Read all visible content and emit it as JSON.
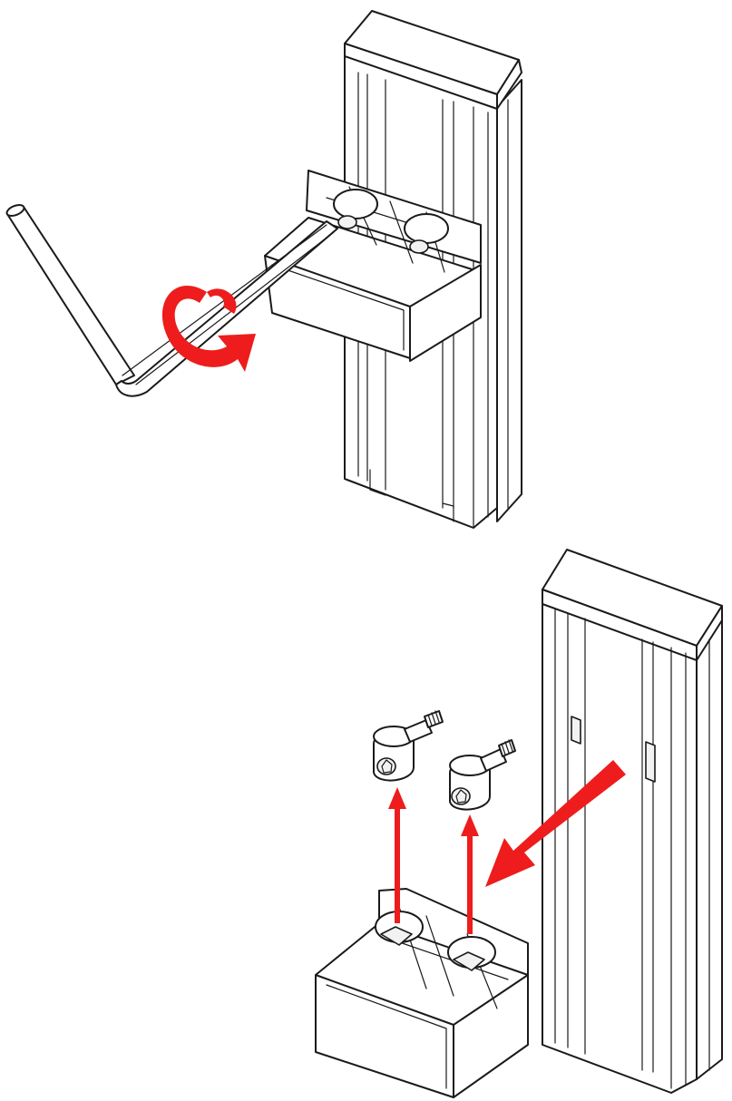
{
  "figure": {
    "steps": [
      {
        "id": "top",
        "action": "tighten-screws-with-hex-key"
      },
      {
        "id": "bottom",
        "action": "remove-fasteners-and-slide-in-profile"
      }
    ]
  },
  "colors": {
    "line": "#1a1a1a",
    "fill": "#ffffff",
    "accent": "#ee1c1c"
  },
  "icons": {
    "rotation": "clockwise-rotation-arrow-icon",
    "lift": "up-arrow-icon",
    "insert": "diagonal-arrow-icon"
  }
}
